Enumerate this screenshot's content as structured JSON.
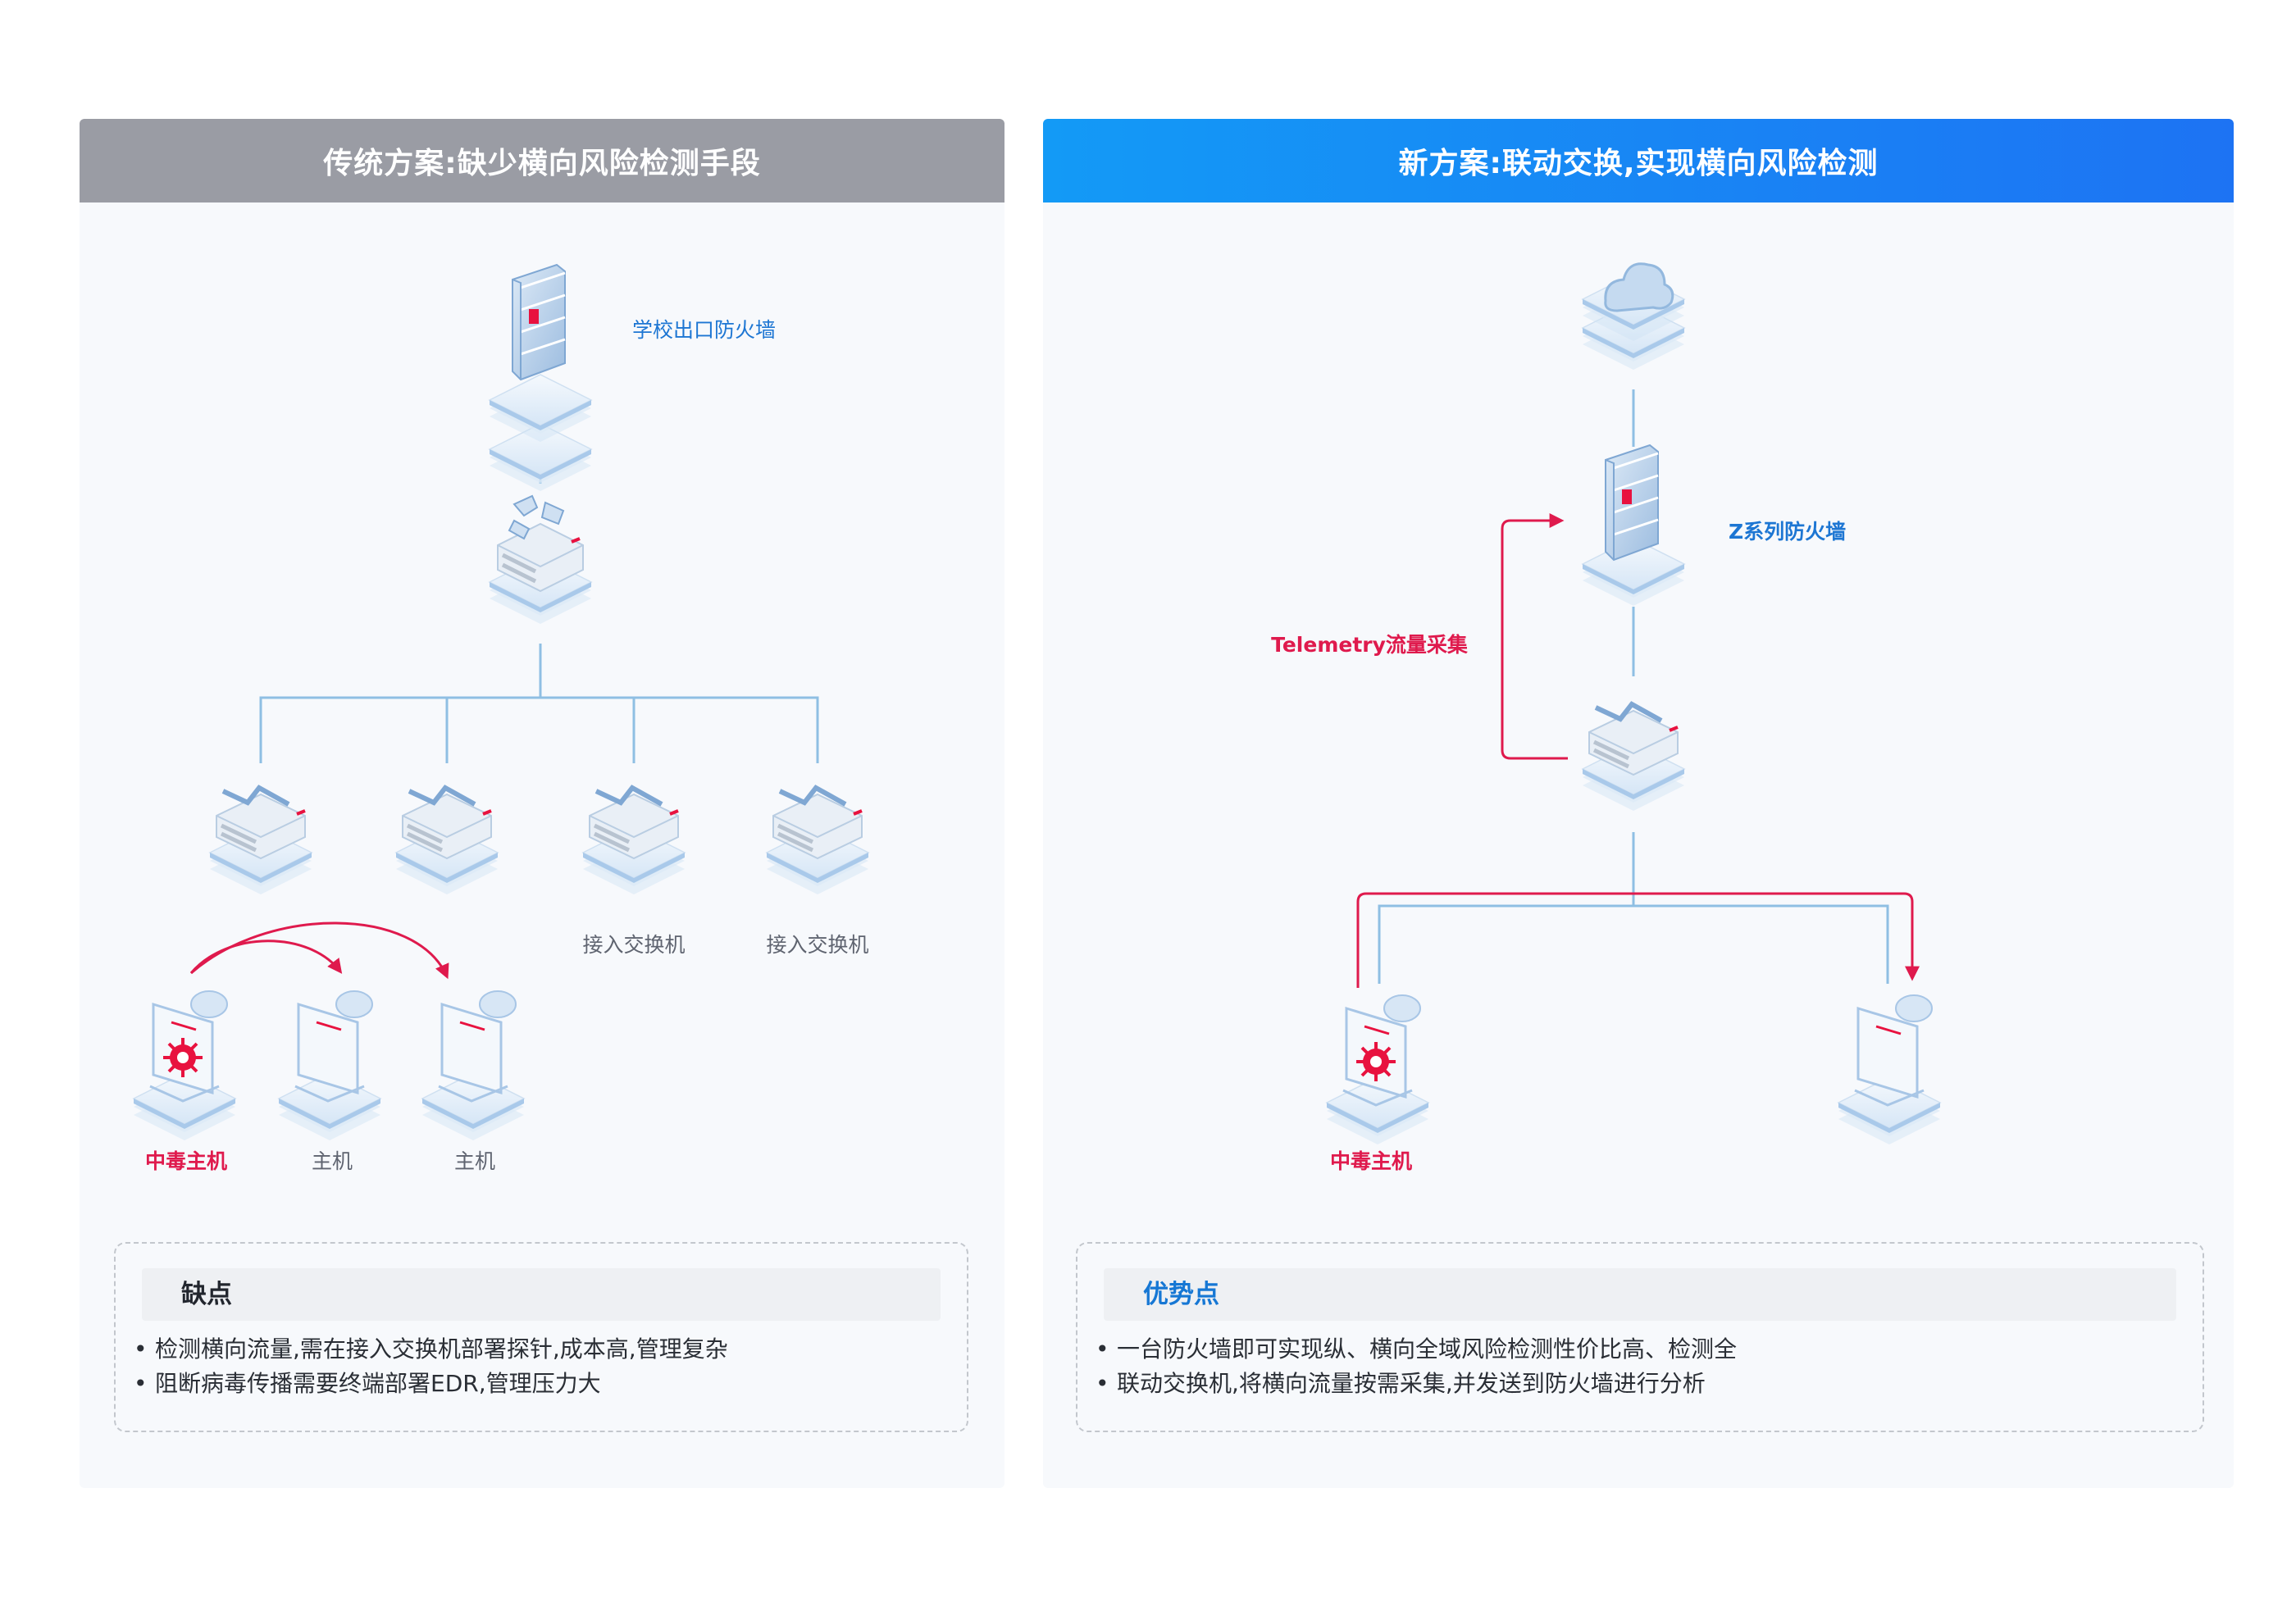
{
  "left_panel": {
    "header": "传统方案:缺少横向风险检测手段",
    "firewall_label": "学校出口防火墙",
    "access_switch_label_1": "接入交换机",
    "access_switch_label_2": "接入交换机",
    "infected_host_label": "中毒主机",
    "host_label_1": "主机",
    "host_label_2": "主机",
    "box_title": "缺点",
    "points": [
      "检测横向流量,需在接入交换机部署探针,成本高,管理复杂",
      "阻断病毒传播需要终端部署EDR,管理压力大"
    ]
  },
  "right_panel": {
    "header": "新方案:联动交换,实现横向风险检测",
    "firewall_label": "Z系列防火墙",
    "telemetry_label": "Telemetry流量采集",
    "infected_host_label": "中毒主机",
    "box_title": "优势点",
    "points": [
      "一台防火墙即可实现纵、横向全域风险检测性价比高、检测全",
      "联动交换机,将横向流量按需采集,并发送到防火墙进行分析"
    ]
  },
  "colors": {
    "left_header": "#9a9ca4",
    "right_header": "#1d73f3",
    "line_blue": "#8fbfe3",
    "arrow_red": "#df1a4d",
    "label_blue": "#1d76d3",
    "virus_red": "#e8123f"
  }
}
